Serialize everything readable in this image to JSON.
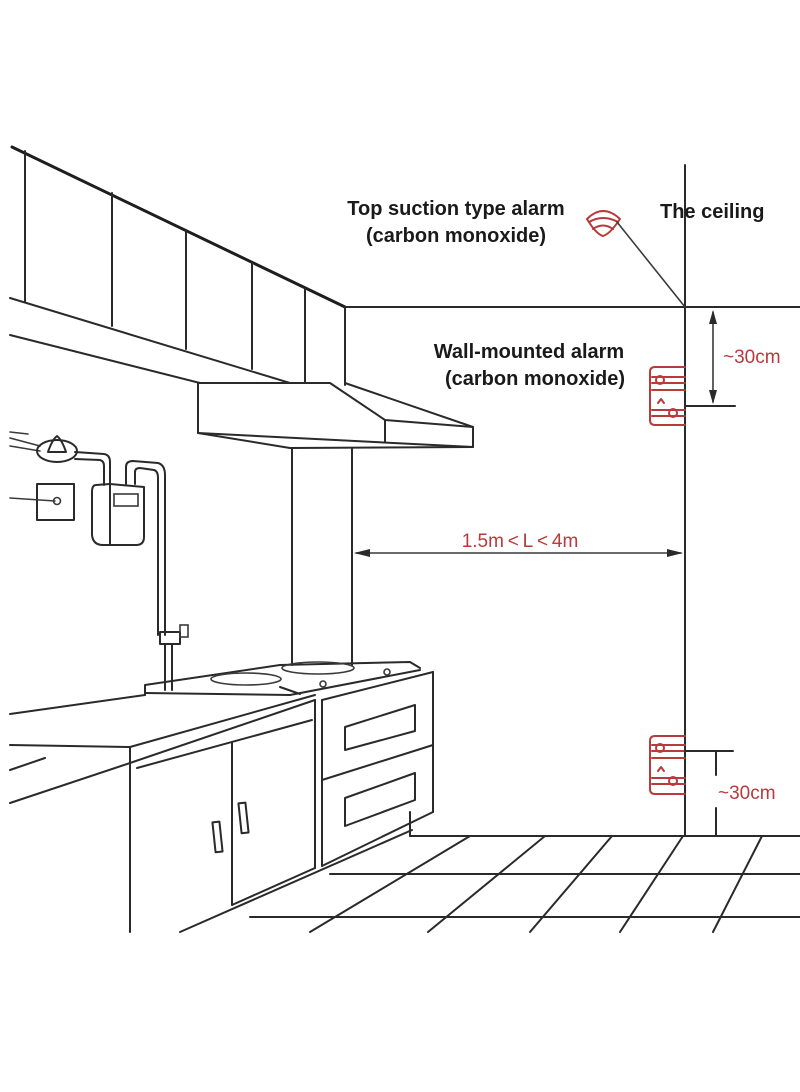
{
  "diagram": {
    "title": "Kitchen carbon monoxide alarm installation",
    "labels": {
      "top_alarm_line1": "Top suction type alarm",
      "top_alarm_line2": "(carbon monoxide)",
      "ceiling": "The ceiling",
      "wall_alarm_line1": "Wall-mounted alarm",
      "wall_alarm_line2": "(carbon monoxide)"
    },
    "dimensions": {
      "ceiling_offset": "~30cm",
      "distance_range": "1.5m < L < 4m",
      "floor_offset": "~30cm"
    },
    "colors": {
      "line": "#2a2a2a",
      "accent": "#b83a3a"
    },
    "icons": [
      "ceiling-alarm-icon",
      "wall-alarm-icon"
    ]
  }
}
